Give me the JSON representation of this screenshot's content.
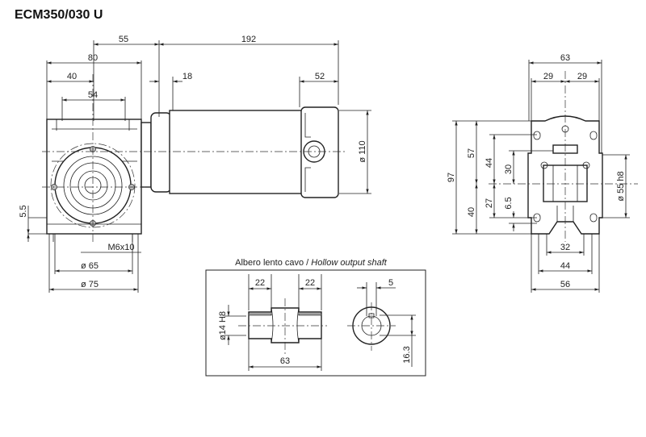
{
  "title": "ECM350/030 U",
  "front_view": {
    "dims": {
      "d55": "55",
      "d192": "192",
      "d80": "80",
      "d40": "40",
      "d18": "18",
      "d52": "52",
      "d54": "54",
      "d110": "ø 110",
      "d5_5": "5.5",
      "m6": "M6x10",
      "d65": "ø 65",
      "d75": "ø 75"
    }
  },
  "side_view": {
    "dims": {
      "d63": "63",
      "d29a": "29",
      "d29b": "29",
      "d97": "97",
      "d57": "57",
      "d40": "40",
      "d44v": "44",
      "d27": "27",
      "d30": "30",
      "d6_5": "6.5",
      "d55h8": "ø 55 h8",
      "d32": "32",
      "d44h": "44",
      "d56": "56"
    }
  },
  "hollow_shaft": {
    "caption_it": "Albero lento cavo / ",
    "caption_en": "Hollow output shaft",
    "dims": {
      "d22a": "22",
      "d22b": "22",
      "d63": "63",
      "d14h8": "ø14 H8",
      "d5": "5",
      "d16_3": "16.3"
    }
  }
}
